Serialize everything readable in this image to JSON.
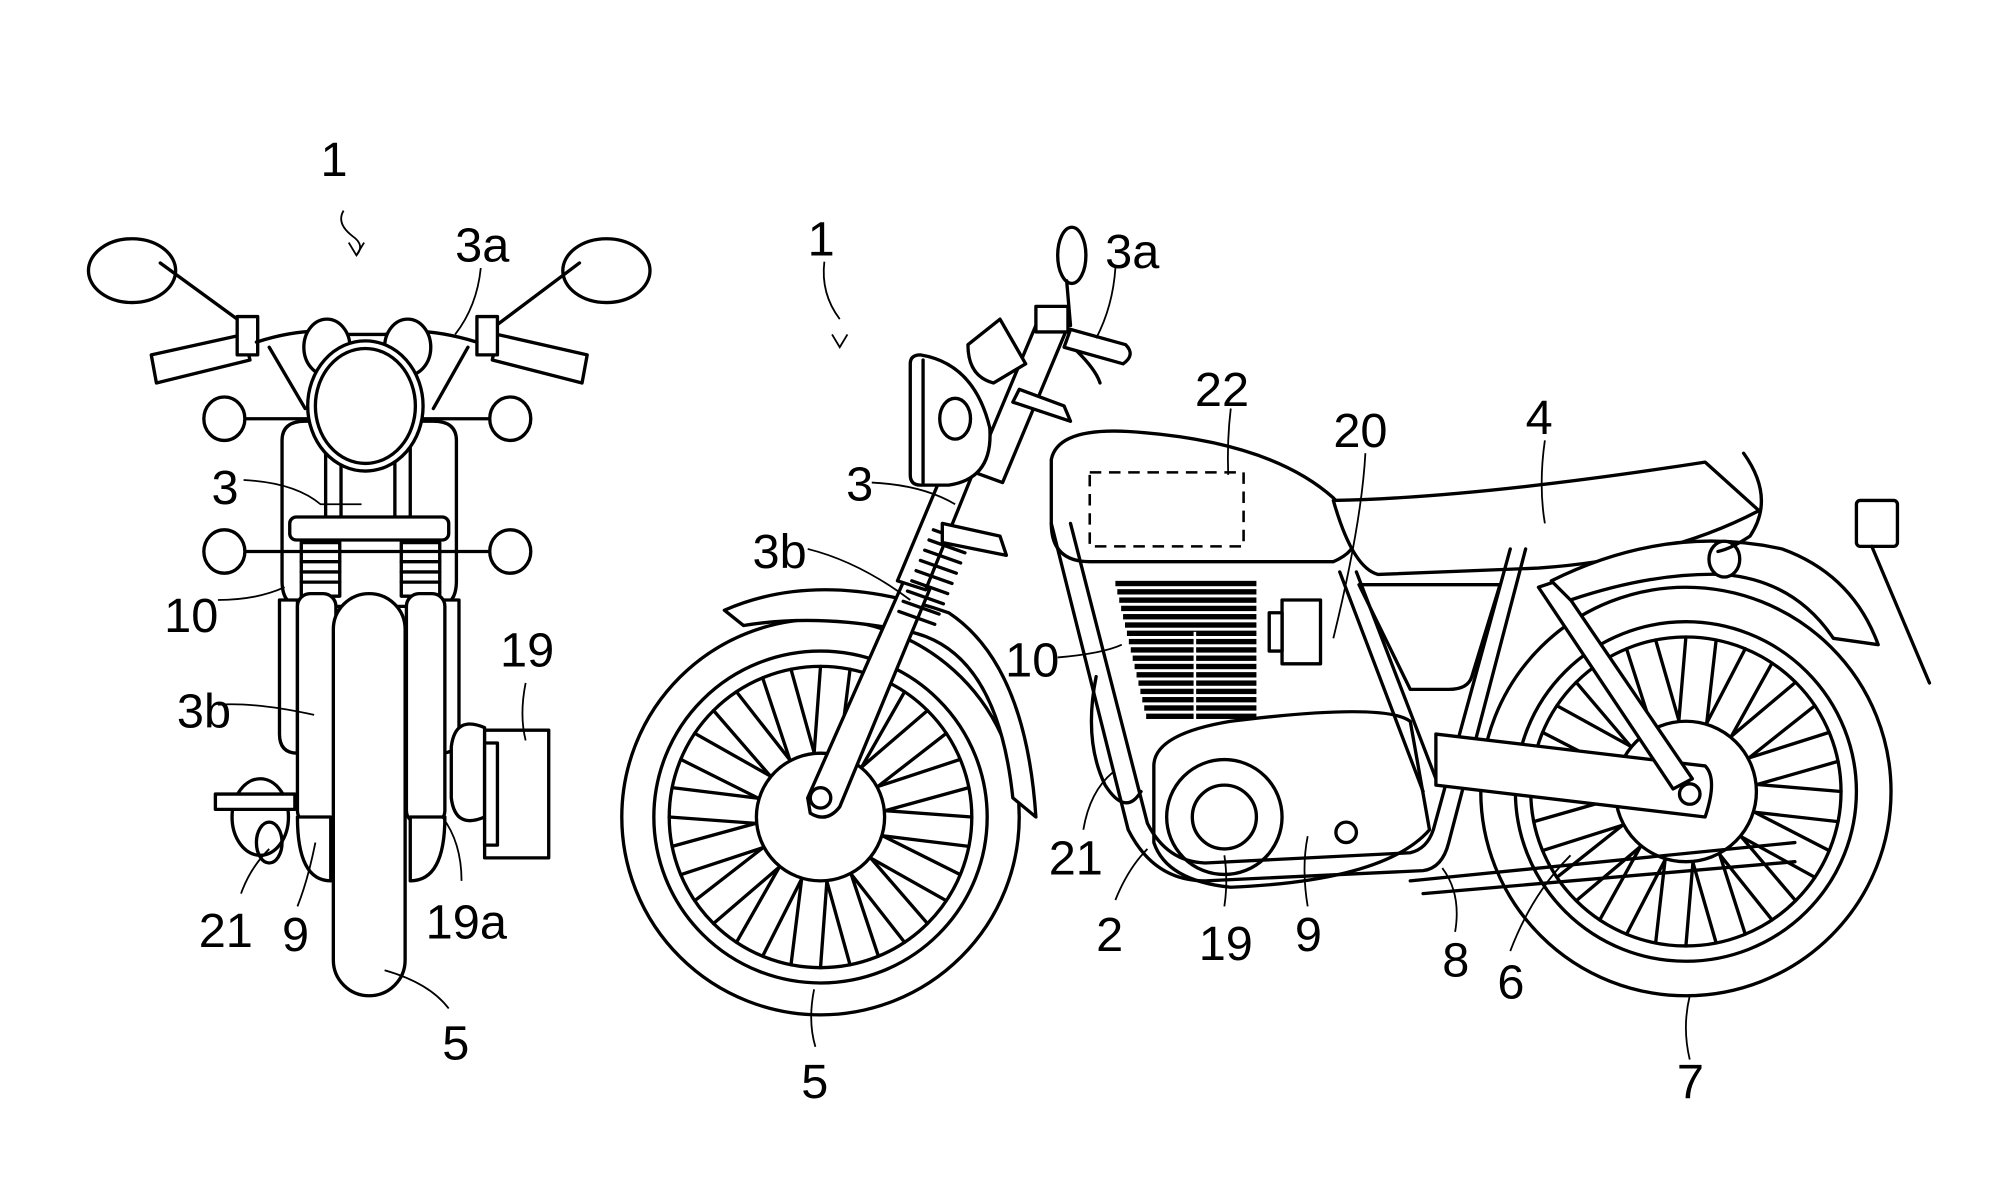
{
  "figure": {
    "type": "patent-drawing",
    "subject": "motorcycle",
    "views": [
      {
        "name": "front-view",
        "reference": "1",
        "labels": [
          "1",
          "3a",
          "3",
          "10",
          "3b",
          "19",
          "21",
          "9",
          "19a",
          "5"
        ]
      },
      {
        "name": "side-view",
        "reference": "1",
        "labels": [
          "1",
          "3a",
          "22",
          "20",
          "4",
          "3",
          "3b",
          "10",
          "21",
          "2",
          "19",
          "9",
          "8",
          "6",
          "5",
          "7"
        ]
      }
    ]
  },
  "front": {
    "ref_1": "1",
    "ref_3a": "3a",
    "ref_3": "3",
    "ref_10": "10",
    "ref_3b": "3b",
    "ref_19": "19",
    "ref_21": "21",
    "ref_9": "9",
    "ref_19a": "19a",
    "ref_5": "5"
  },
  "side": {
    "ref_1": "1",
    "ref_3a": "3a",
    "ref_22": "22",
    "ref_20": "20",
    "ref_4": "4",
    "ref_3": "3",
    "ref_3b": "3b",
    "ref_10": "10",
    "ref_21": "21",
    "ref_2": "2",
    "ref_19": "19",
    "ref_9": "9",
    "ref_8": "8",
    "ref_6": "6",
    "ref_5": "5",
    "ref_7": "7"
  },
  "colors": {
    "ink": "#000000",
    "paper": "#ffffff"
  }
}
